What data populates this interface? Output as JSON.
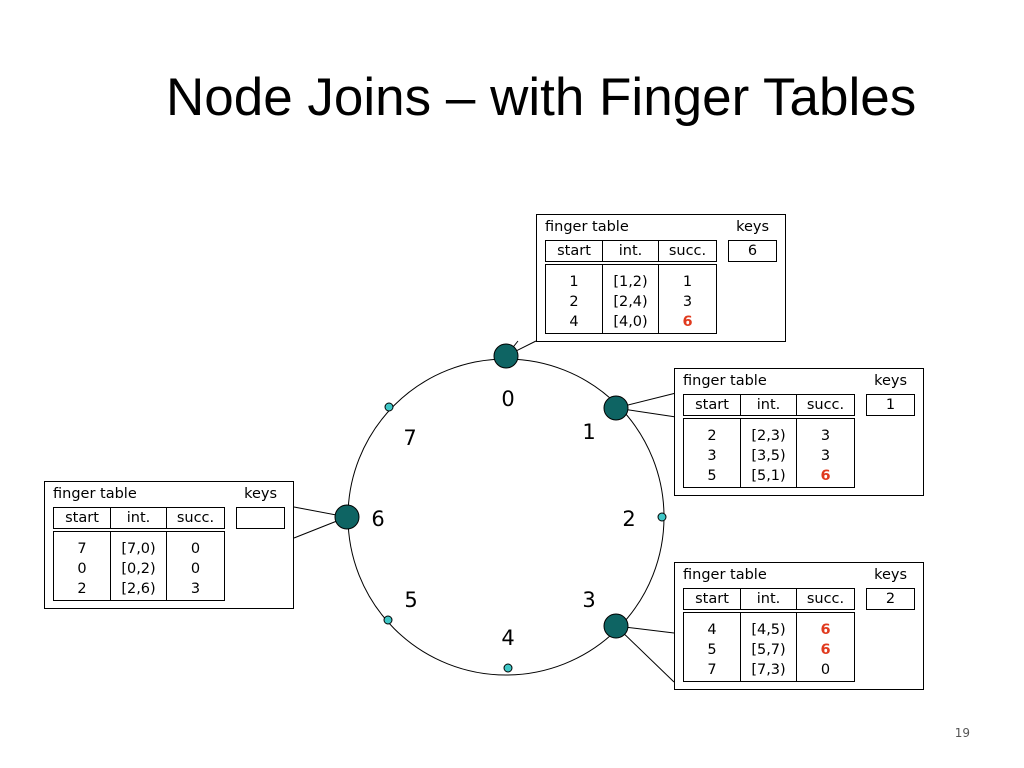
{
  "title": "Node Joins – with Finger Tables",
  "page_number": "19",
  "colors": {
    "node_fill": "#0e6463",
    "small_node_fill": "#3fc7c7",
    "highlight": "#e03a1e"
  },
  "ring": {
    "labels": [
      "0",
      "1",
      "2",
      "3",
      "4",
      "5",
      "6",
      "7"
    ]
  },
  "tables": [
    {
      "title": "finger table",
      "keys_title": "keys",
      "headers": [
        "start",
        "int.",
        "succ."
      ],
      "start": [
        "1",
        "2",
        "4"
      ],
      "interval": [
        "[1,2)",
        "[2,4)",
        "[4,0)"
      ],
      "succ": [
        "1",
        "3",
        "6"
      ],
      "succ_highlight": [
        false,
        false,
        true
      ],
      "keys": "6"
    },
    {
      "title": "finger table",
      "keys_title": "keys",
      "headers": [
        "start",
        "int.",
        "succ."
      ],
      "start": [
        "2",
        "3",
        "5"
      ],
      "interval": [
        "[2,3)",
        "[3,5)",
        "[5,1)"
      ],
      "succ": [
        "3",
        "3",
        "6"
      ],
      "succ_highlight": [
        false,
        false,
        true
      ],
      "keys": "1"
    },
    {
      "title": "finger table",
      "keys_title": "keys",
      "headers": [
        "start",
        "int.",
        "succ."
      ],
      "start": [
        "4",
        "5",
        "7"
      ],
      "interval": [
        "[4,5)",
        "[5,7)",
        "[7,3)"
      ],
      "succ": [
        "6",
        "6",
        "0"
      ],
      "succ_highlight": [
        true,
        true,
        false
      ],
      "keys": "2"
    },
    {
      "title": "finger table",
      "keys_title": "keys",
      "headers": [
        "start",
        "int.",
        "succ."
      ],
      "start": [
        "7",
        "0",
        "2"
      ],
      "interval": [
        "[7,0)",
        "[0,2)",
        "[2,6)"
      ],
      "succ": [
        "0",
        "0",
        "3"
      ],
      "succ_highlight": [
        false,
        false,
        false
      ],
      "keys": ""
    }
  ]
}
